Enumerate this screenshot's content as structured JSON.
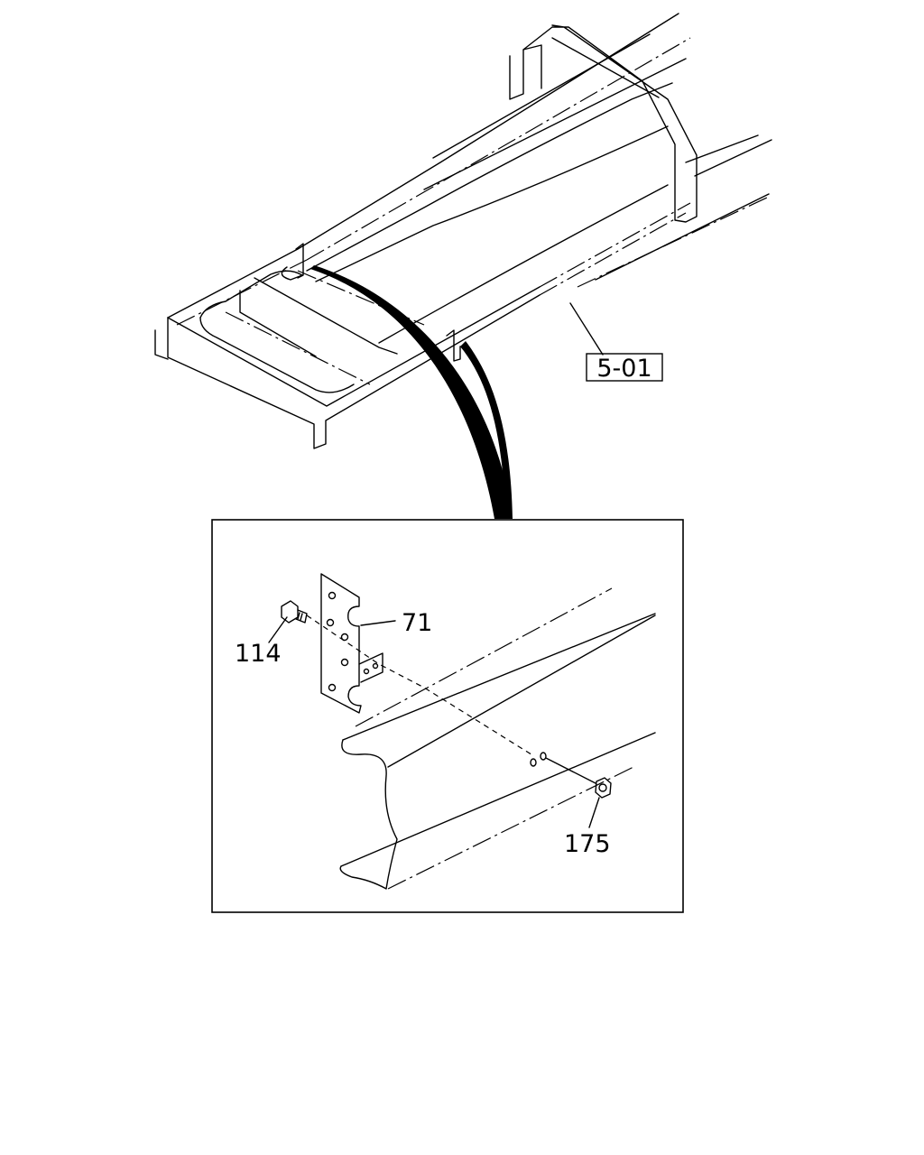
{
  "callouts": {
    "frame_ref": "5-01",
    "bracket": "71",
    "bolt": "114",
    "nut": "175"
  },
  "icons": {
    "bolt": "bolt-icon",
    "nut": "nut-icon",
    "bracket": "bracket-icon"
  },
  "colors": {
    "line": "#000000",
    "background": "#ffffff"
  }
}
